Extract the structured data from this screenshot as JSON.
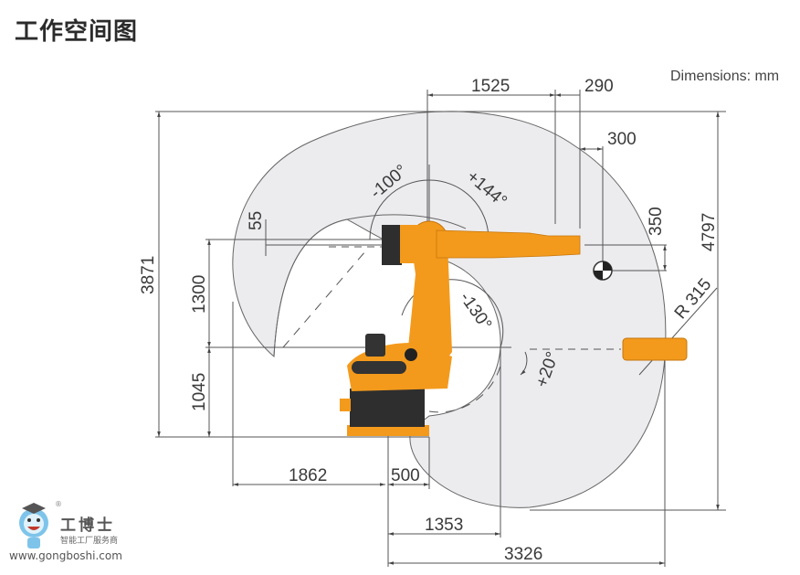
{
  "header": {
    "title": "工作空间图"
  },
  "diagram": {
    "units_label": "Dimensions: mm",
    "colors": {
      "robot_orange": "#f39a1c",
      "robot_dark": "#2e2e2e",
      "envelope_fill": "#ececef",
      "line": "#555555"
    },
    "dimensions": {
      "top_reach": "1525",
      "top_flange": "290",
      "tcp_offset": "300",
      "tcp_vertical": "350",
      "total_height": "4797",
      "left_height": "3871",
      "upper_arm": "1300",
      "base_height": "1045",
      "wrist_offset": "55",
      "rear_reach": "1862",
      "base_offset": "500",
      "inner_radius": "1353",
      "max_reach": "3326",
      "radius_label": "R 315"
    },
    "angles": {
      "axis3_neg": "-100°",
      "axis3_pos": "+144°",
      "axis2_neg": "-130°",
      "axis2_pos": "+20°"
    }
  },
  "logo": {
    "name": "工博士",
    "subtitle": "智能工厂服务商",
    "url": "www.gongboshi.com",
    "registered": "®"
  }
}
